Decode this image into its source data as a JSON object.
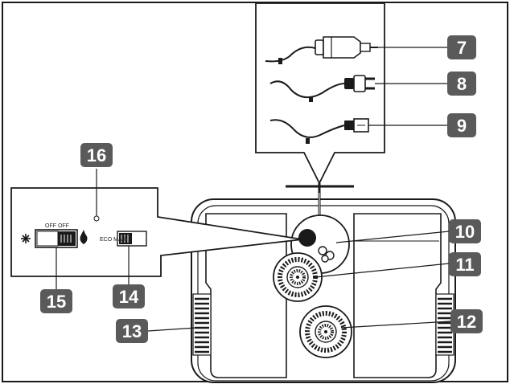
{
  "diagram": {
    "callouts": [
      {
        "id": "7",
        "label": "7"
      },
      {
        "id": "8",
        "label": "8"
      },
      {
        "id": "9",
        "label": "9"
      },
      {
        "id": "10",
        "label": "10"
      },
      {
        "id": "11",
        "label": "11"
      },
      {
        "id": "12",
        "label": "12"
      },
      {
        "id": "13",
        "label": "13"
      },
      {
        "id": "14",
        "label": "14"
      },
      {
        "id": "15",
        "label": "15"
      },
      {
        "id": "16",
        "label": "16"
      }
    ],
    "switches": {
      "mode_switch_label": "OFF OFF",
      "eco_switch_label": "ECO MAX"
    },
    "icons": {
      "cold": "snowflake-icon",
      "heat": "flame-icon"
    },
    "colors": {
      "badge": "#5a5a5a",
      "line": "#1a1a1a",
      "background": "#ffffff"
    }
  }
}
